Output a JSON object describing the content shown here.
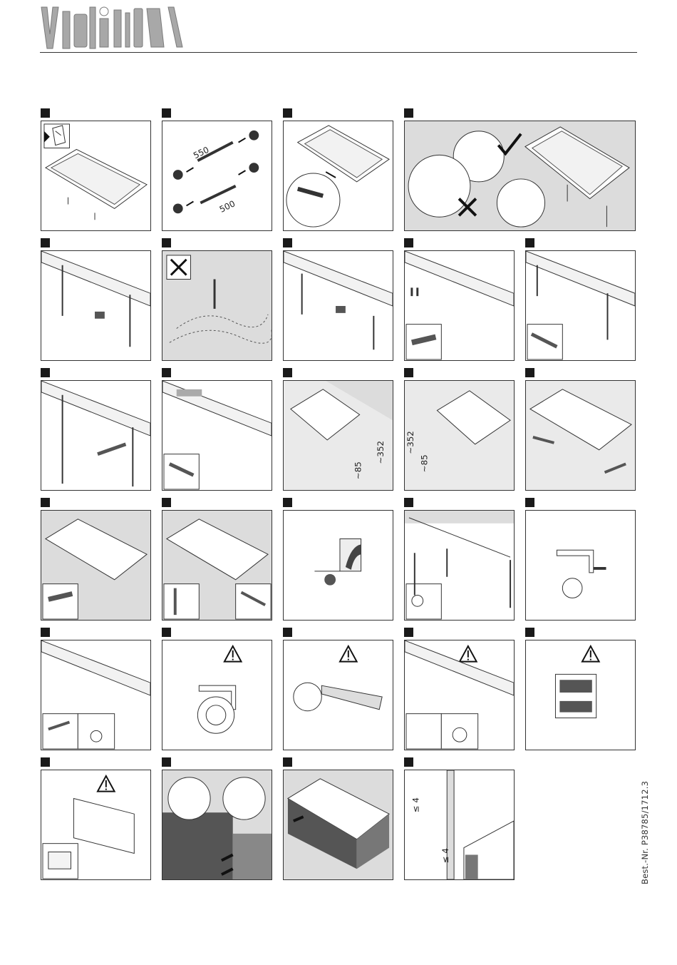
{
  "brand": {
    "logo": "VILLEROY & BOCH tools logo"
  },
  "document": {
    "number": "Best.-Nr. P38785/1712.3"
  },
  "dimensions": {
    "rail_long": "550",
    "rail_short": "500",
    "dim_85": "~85",
    "dim_352": "~352",
    "dim_4a": "≤ 4",
    "dim_4b": "≤ 4"
  },
  "icons": [
    "manual-icon",
    "cross-icon",
    "check-icon",
    "warning-icon",
    "arrow-icon"
  ],
  "rows": 7,
  "colors": {
    "border": "#333333",
    "gray_panel": "#dcdcdc",
    "step_marker": "#1a1a1a"
  }
}
